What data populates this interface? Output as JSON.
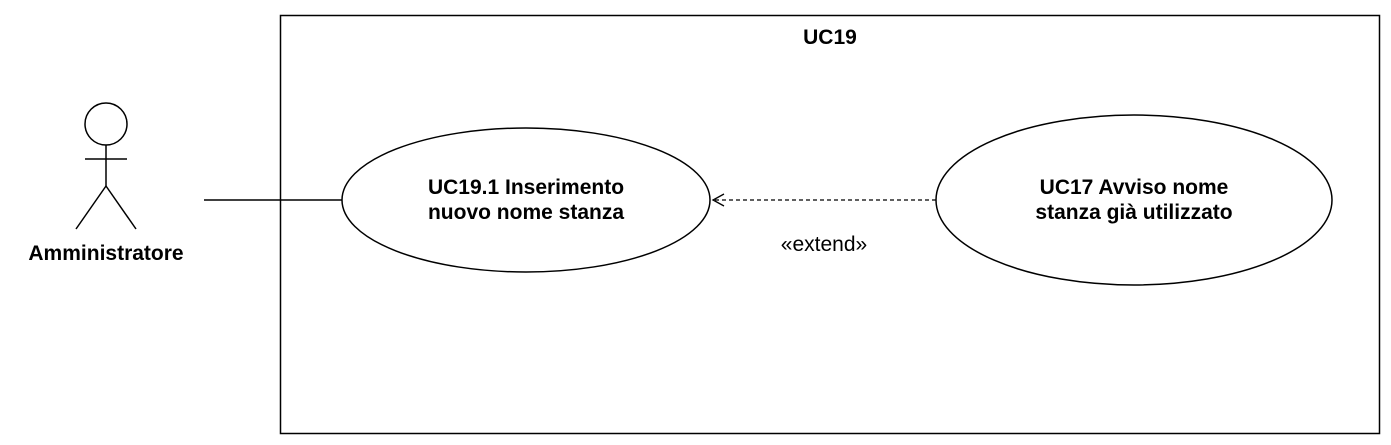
{
  "system": {
    "title": "UC19"
  },
  "actor": {
    "name": "Amministratore"
  },
  "use_cases": {
    "primary": {
      "line1": "UC19.1 Inserimento",
      "line2": "nuovo nome stanza"
    },
    "extension": {
      "line1": "UC17 Avviso nome",
      "line2": "stanza già utilizzato"
    }
  },
  "relations": {
    "extend_label": "«extend»"
  }
}
